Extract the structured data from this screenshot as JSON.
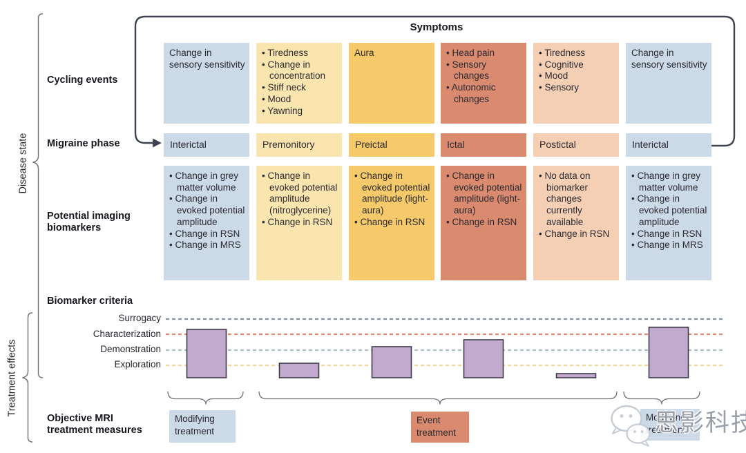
{
  "symptoms_label": "Symptoms",
  "left_labels": {
    "disease_state": "Disease state",
    "treatment_effects": "Treatment effects",
    "cycling_events": "Cycling events",
    "migraine_phase": "Migraine phase",
    "potential_imaging_biomarkers": "Potential imaging biomarkers",
    "biomarker_criteria": "Biomarker criteria",
    "objective_mri": "Objective MRI treatment measures"
  },
  "columns": [
    {
      "phase": "Interictal",
      "color": "#ccd9e6",
      "cycling_events": [
        "Change in sensory sensitivity"
      ],
      "cycling_bulleted": false,
      "biomarkers": [
        "Change in grey matter volume",
        "Change in evoked potential amplitude",
        "Change in RSN",
        "Change in MRS"
      ]
    },
    {
      "phase": "Premonitory",
      "color": "#fbe5ae",
      "cycling_events": [
        "Tiredness",
        "Change in concentration",
        "Stiff neck",
        "Mood",
        "Yawning"
      ],
      "cycling_bulleted": true,
      "biomarkers": [
        "Change in evoked potential amplitude (nitroglycerine)",
        "Change in RSN"
      ]
    },
    {
      "phase": "Preictal",
      "color": "#f6c96a",
      "cycling_events": [
        "Aura"
      ],
      "cycling_bulleted": false,
      "biomarkers": [
        "Change in evoked potential amplitude (light-aura)",
        "Change in RSN"
      ]
    },
    {
      "phase": "Ictal",
      "color": "#da8a6f",
      "cycling_events": [
        "Head pain",
        "Sensory changes",
        "Autonomic changes"
      ],
      "cycling_bulleted": true,
      "biomarkers": [
        "Change in evoked potential amplitude (light-aura)",
        "Change in RSN"
      ]
    },
    {
      "phase": "Postictal",
      "color": "#f5cfb4",
      "cycling_events": [
        "Tiredness",
        "Cognitive",
        "Mood",
        "Sensory"
      ],
      "cycling_bulleted": true,
      "biomarkers": [
        "No data on biomarker changes currently available",
        "Change in RSN"
      ]
    },
    {
      "phase": "Interictal",
      "color": "#ccd9e6",
      "cycling_events": [
        "Change in sensory sensitivity"
      ],
      "cycling_bulleted": false,
      "biomarkers": [
        "Change in grey matter volume",
        "Change in evoked potential amplitude",
        "Change in RSN",
        "Change in MRS"
      ]
    }
  ],
  "chart_data": {
    "type": "bar",
    "title": "Biomarker criteria",
    "categories": [
      "Interictal",
      "Premonitory",
      "Preictal",
      "Ictal",
      "Postictal",
      "Interictal"
    ],
    "values": [
      70,
      21,
      45,
      55,
      6,
      73
    ],
    "value_units": "qualitative level, px above baseline",
    "criteria": [
      {
        "label": "Surrogacy",
        "level": 85,
        "color": "#7d91ab"
      },
      {
        "label": "Characterization",
        "level": 63,
        "color": "#e08a70"
      },
      {
        "label": "Demonstration",
        "level": 40,
        "color": "#a9c0c6"
      },
      {
        "label": "Exploration",
        "level": 18,
        "color": "#ecd48e"
      }
    ],
    "bar_color": "#c2aace",
    "bar_border": "#3c3c49",
    "grid": "dashed horizontal criteria lines",
    "legend": "none"
  },
  "treatments": [
    {
      "label": "Modifying treatment",
      "color": "#ccd9e6"
    },
    {
      "label": "Event treatment",
      "color": "#da8a6f"
    },
    {
      "label": "Modifying treatment",
      "color": "#ccd9e6"
    }
  ],
  "watermark": {
    "text": "思影科技",
    "icon": "wechat-icon"
  }
}
